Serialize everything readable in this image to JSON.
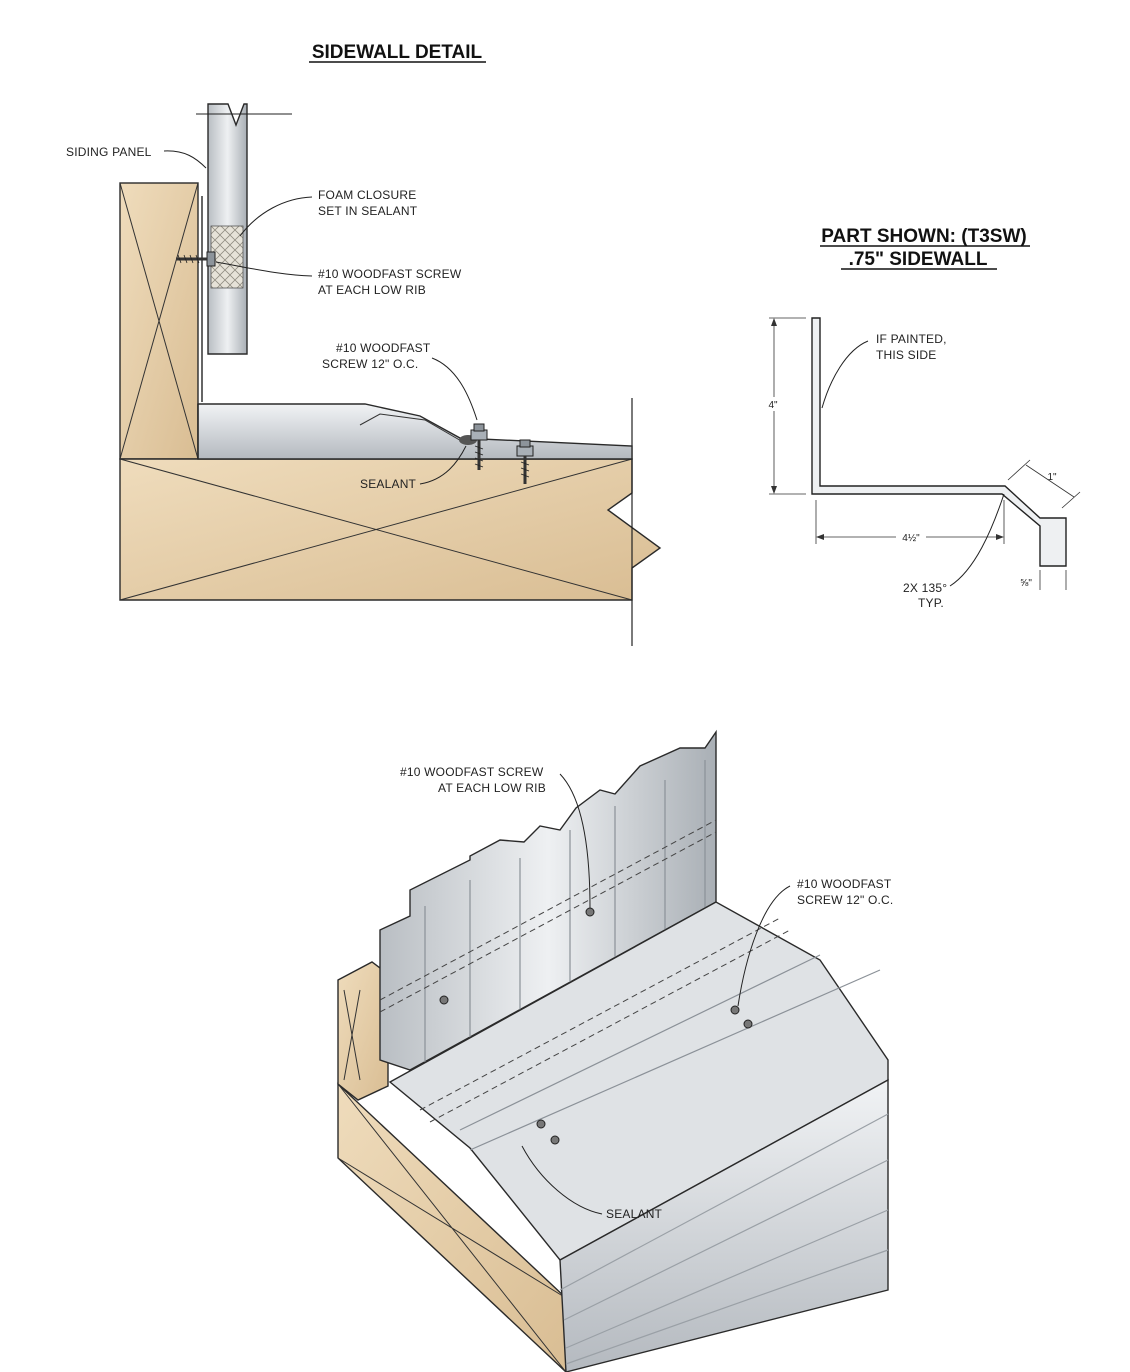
{
  "detail": {
    "title": "SIDEWALL DETAIL",
    "siding_panel": "SIDING PANEL",
    "foam_1": "FOAM CLOSURE",
    "foam_2": "SET IN SEALANT",
    "screw_rib_1": "#10 WOODFAST SCREW",
    "screw_rib_2": "AT EACH LOW RIB",
    "screw_oc_1": "#10 WOODFAST",
    "screw_oc_2": "SCREW 12\" O.C.",
    "sealant": "SEALANT"
  },
  "part": {
    "title_1": "PART SHOWN: (T3SW)",
    "title_2": ".75\" SIDEWALL",
    "painted_1": "IF PAINTED,",
    "painted_2": "THIS SIDE",
    "dim_height": "4\"",
    "dim_base": "4½\"",
    "dim_slope": "1\"",
    "dim_drop": "⅝\"",
    "angle_1": "2X 135°",
    "angle_2": "TYP."
  },
  "iso": {
    "screw_rib_1": "#10 WOODFAST SCREW",
    "screw_rib_2": "AT EACH LOW RIB",
    "screw_oc_1": "#10 WOODFAST",
    "screw_oc_2": "SCREW  12\"  O.C.",
    "sealant": "SEALANT"
  },
  "colors": {
    "wood": "#e6cfa9",
    "wood_dark": "#cdb087",
    "metal": "#cfd3d7",
    "metal_dark": "#a7adb3",
    "foam": "#e4e0d6"
  }
}
